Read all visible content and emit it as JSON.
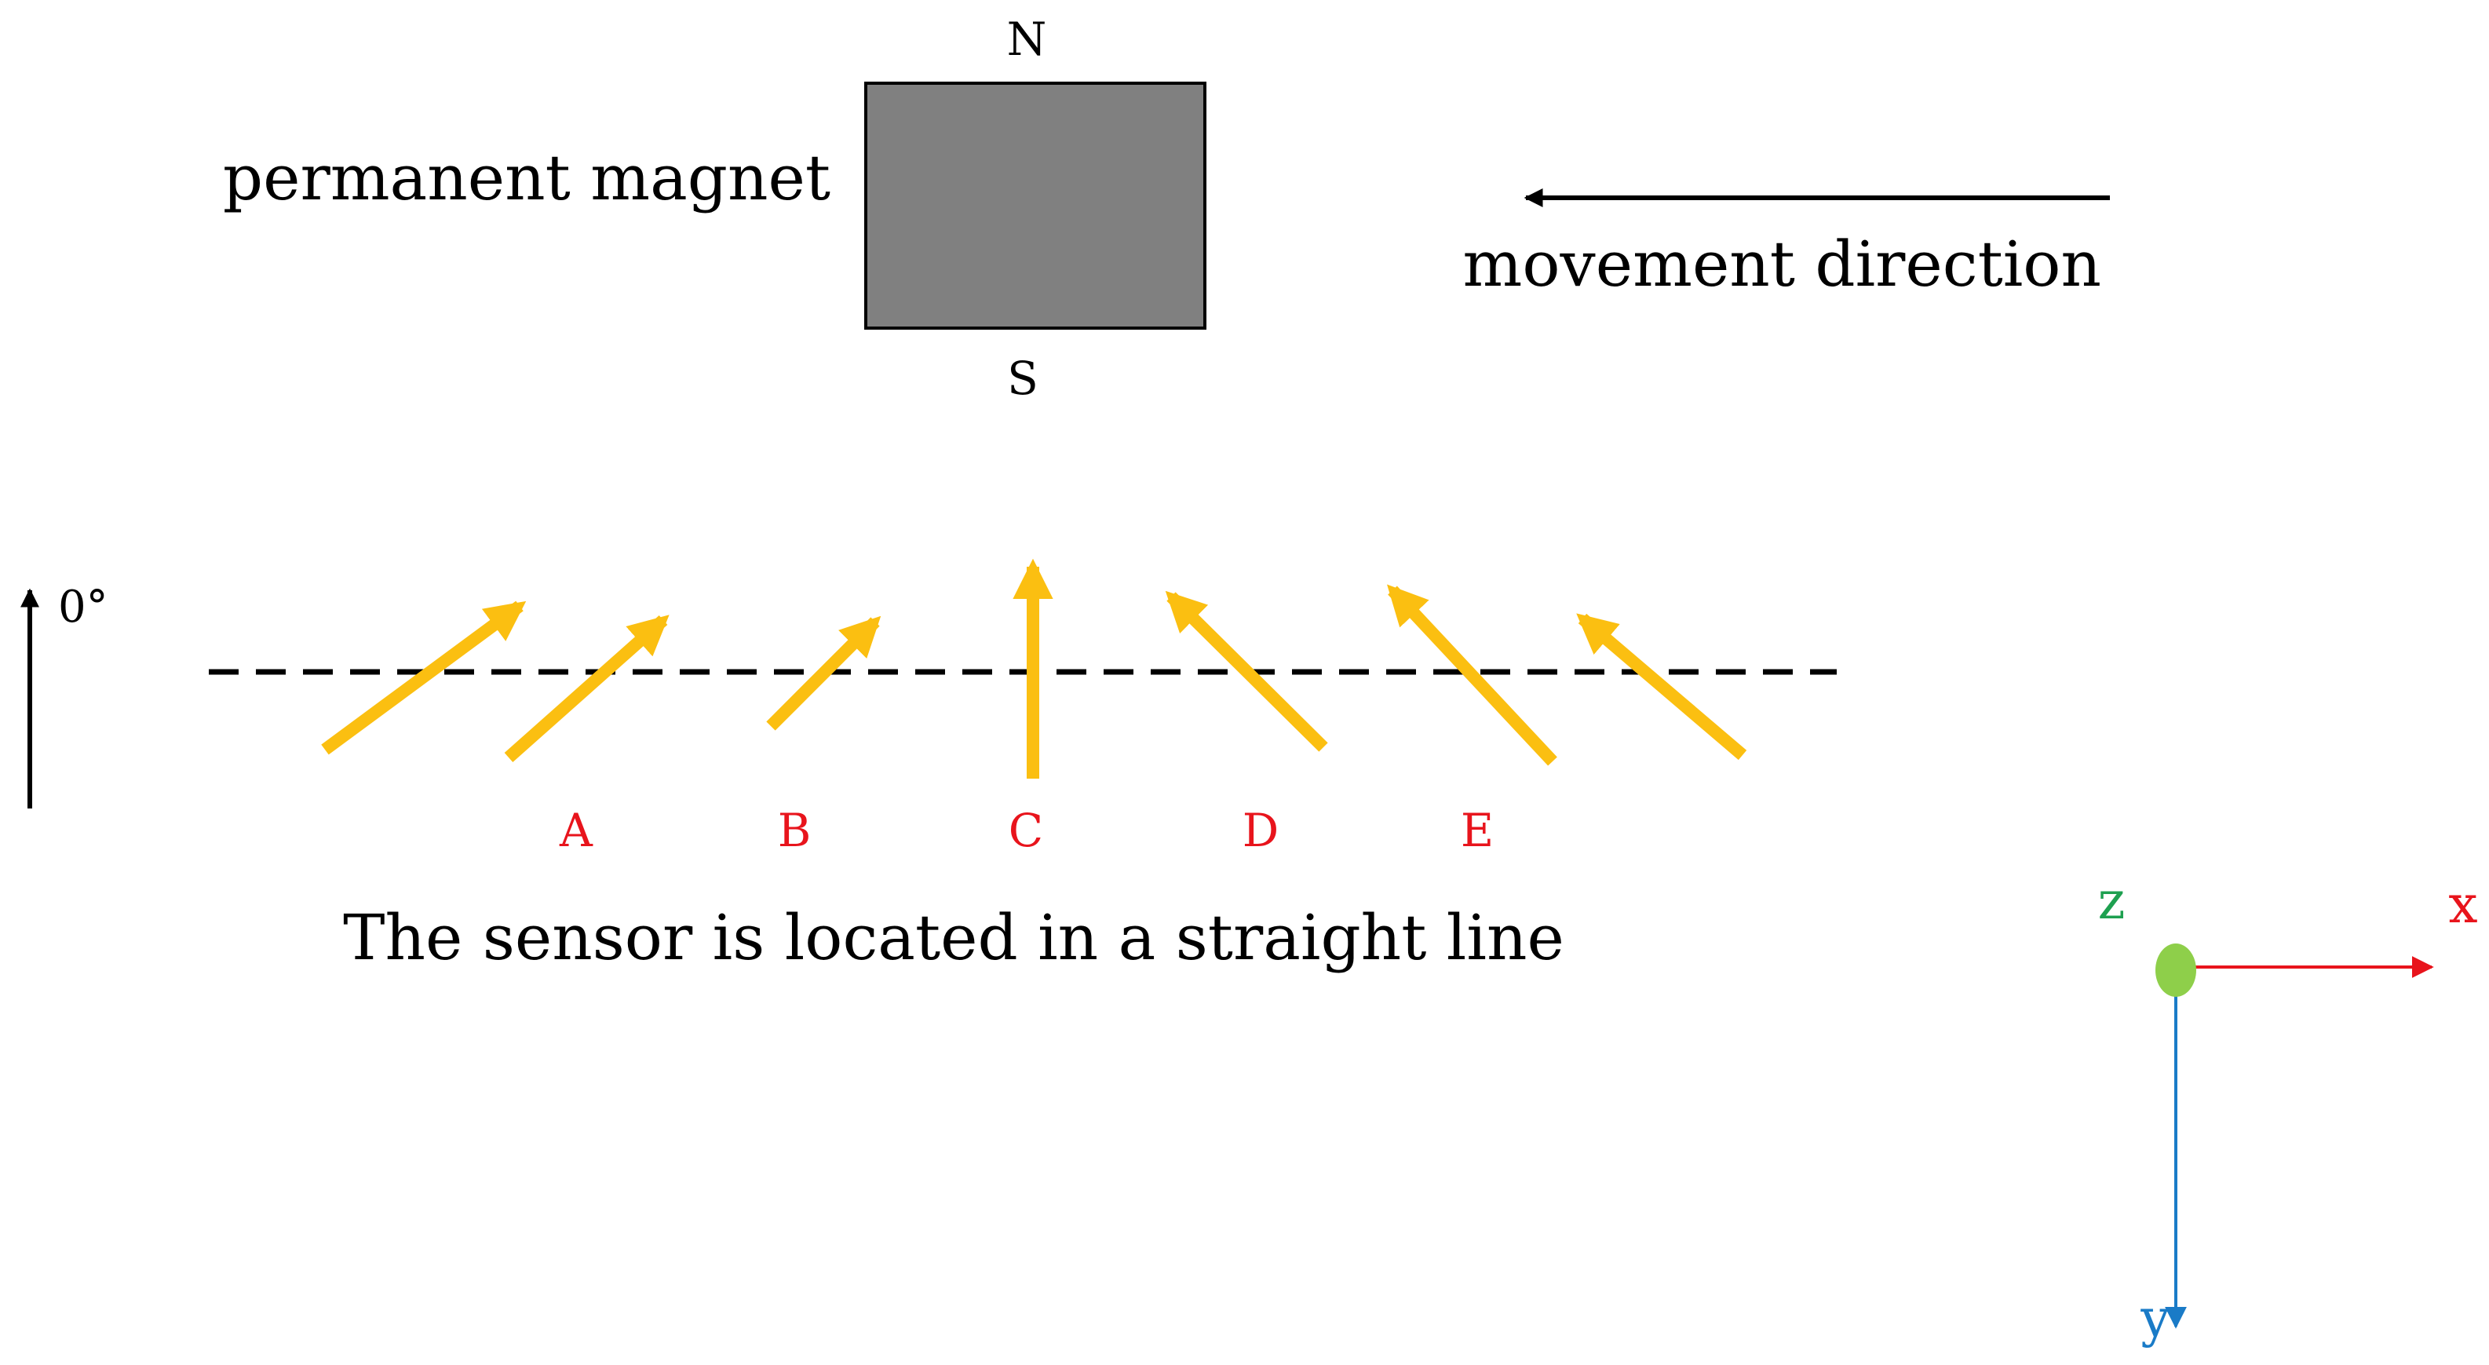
{
  "magnet": {
    "north_label": "N",
    "south_label": "S",
    "label": "permanent magnet",
    "fill_color": "#808080"
  },
  "movement": {
    "label": "movement direction"
  },
  "reference": {
    "label": "0°"
  },
  "sensors": {
    "labels": [
      "A",
      "B",
      "C",
      "D",
      "E"
    ],
    "caption": "The sensor is located in a straight line",
    "label_color": "#e8141c"
  },
  "field_arrows": {
    "color": "#fbbf11",
    "count": 7
  },
  "axes": {
    "x_label": "x",
    "y_label": "y",
    "z_label": "z",
    "x_color": "#e8141c",
    "y_color": "#1a7bc7",
    "z_color": "#1ea050",
    "origin_color": "#8ecf4a"
  }
}
